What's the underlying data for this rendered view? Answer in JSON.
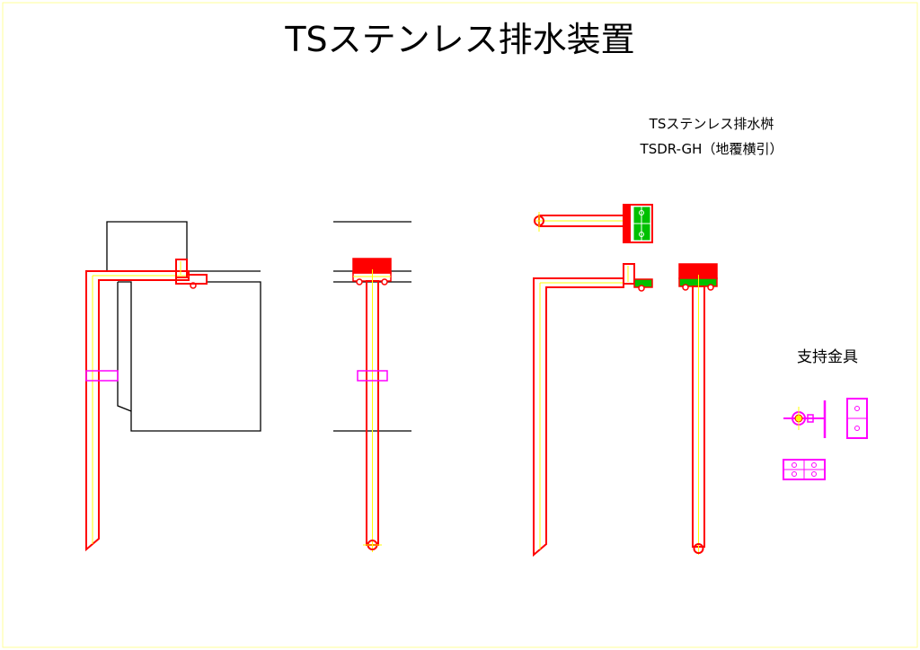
{
  "title": "TSステンレス排水装置",
  "product": {
    "name": "TSステンレス排水桝",
    "model": "TSDR-GH（地覆横引）"
  },
  "support_label": "支持金具",
  "colors": {
    "pipe": "#ff0000",
    "centerline": "#ffff00",
    "bracket": "#ff00ff",
    "grate": "#00c000",
    "structure": "#000000",
    "border": "#ffff99"
  }
}
